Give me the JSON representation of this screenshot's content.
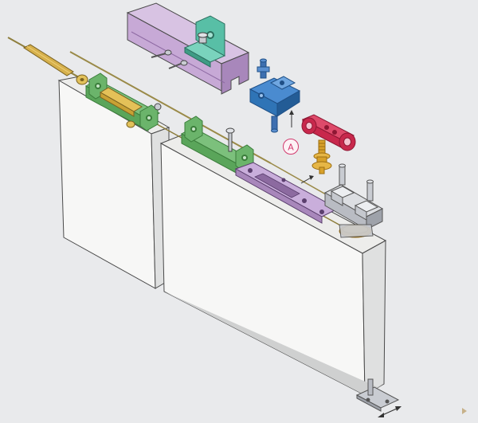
{
  "diagram": {
    "callout_label": "A",
    "colors": {
      "background": "#e9eaec",
      "panel_face": "#f7f7f6",
      "panel_side": "#dfe0e0",
      "outline": "#4a4a4a",
      "track": "#c7a9d6",
      "track_dark": "#a887bb",
      "teal_plate": "#58bfa6",
      "green_bracket": "#5aa55a",
      "green_dark": "#3b7d3b",
      "blue_bracket": "#2f74b6",
      "blue_dark": "#1f4f86",
      "red_part": "#c8284c",
      "red_dark": "#8e1733",
      "gold": "#d8a12a",
      "gold_dark": "#9c6e12",
      "rod": "#b09a4a",
      "steel": "#c9ccd2",
      "steel_dark": "#868b94",
      "callout": "#d23a6e"
    },
    "components": [
      {
        "name": "top-track",
        "color": "purple"
      },
      {
        "name": "mounting-plate",
        "color": "teal"
      },
      {
        "name": "hanger-bracket-blue",
        "color": "blue"
      },
      {
        "name": "roller-carriage-red",
        "color": "red"
      },
      {
        "name": "adjusting-bolt",
        "color": "gold"
      },
      {
        "name": "damper-bracket-left",
        "color": "green"
      },
      {
        "name": "damper-bracket-right",
        "color": "green"
      },
      {
        "name": "guide-rail-plate",
        "color": "purple"
      },
      {
        "name": "hinge-clamp",
        "color": "grey"
      },
      {
        "name": "floor-guide",
        "color": "grey"
      }
    ]
  }
}
